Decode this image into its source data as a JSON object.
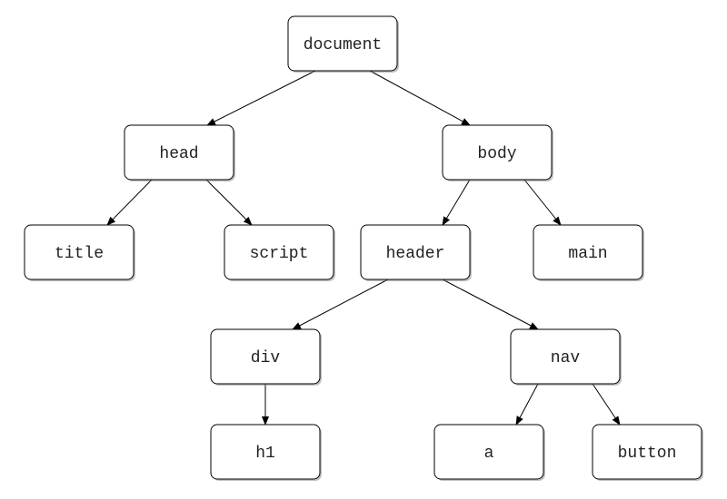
{
  "diagram": {
    "nodes": [
      {
        "id": "document",
        "label": "document"
      },
      {
        "id": "head",
        "label": "head"
      },
      {
        "id": "body",
        "label": "body"
      },
      {
        "id": "title",
        "label": "title"
      },
      {
        "id": "script",
        "label": "script"
      },
      {
        "id": "header",
        "label": "header"
      },
      {
        "id": "main",
        "label": "main"
      },
      {
        "id": "div",
        "label": "div"
      },
      {
        "id": "nav",
        "label": "nav"
      },
      {
        "id": "h1",
        "label": "h1"
      },
      {
        "id": "a",
        "label": "a"
      },
      {
        "id": "button",
        "label": "button"
      }
    ],
    "edges": [
      {
        "from": "document",
        "to": "head"
      },
      {
        "from": "document",
        "to": "body"
      },
      {
        "from": "head",
        "to": "title"
      },
      {
        "from": "head",
        "to": "script"
      },
      {
        "from": "body",
        "to": "header"
      },
      {
        "from": "body",
        "to": "main"
      },
      {
        "from": "header",
        "to": "div"
      },
      {
        "from": "header",
        "to": "nav"
      },
      {
        "from": "div",
        "to": "h1"
      },
      {
        "from": "nav",
        "to": "a"
      },
      {
        "from": "nav",
        "to": "button"
      }
    ],
    "colors": {
      "stroke": "#000000",
      "fill": "#ffffff",
      "text": "#222222",
      "shadow": "#8c8c8c"
    }
  }
}
